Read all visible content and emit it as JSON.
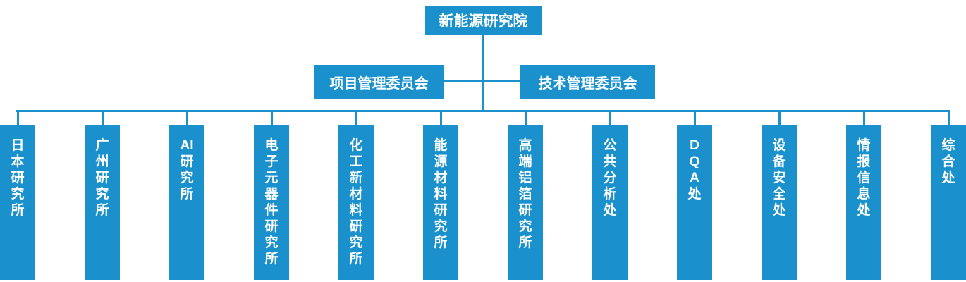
{
  "colors": {
    "primary": "#1a91cc",
    "text_on_primary": "#ffffff",
    "background": "#ffffff"
  },
  "root": {
    "label": "新能源研究院"
  },
  "committees": [
    {
      "label": "项目管理委员会"
    },
    {
      "label": "技术管理委员会"
    }
  ],
  "departments": [
    {
      "name": "日本研究所",
      "lines": [
        "日",
        "本",
        "研",
        "究",
        "所"
      ]
    },
    {
      "name": "广州研究所",
      "lines": [
        "广",
        "州",
        "研",
        "究",
        "所"
      ]
    },
    {
      "name": "AI研究所",
      "lines": [
        "AI",
        "研",
        "究",
        "所"
      ]
    },
    {
      "name": "电子元器件研究所",
      "lines": [
        "电",
        "子",
        "元",
        "器",
        "件",
        "研",
        "究",
        "所"
      ]
    },
    {
      "name": "化工新材料研究所",
      "lines": [
        "化",
        "工",
        "新",
        "材",
        "料",
        "研",
        "究",
        "所"
      ]
    },
    {
      "name": "能源材料研究所",
      "lines": [
        "能",
        "源",
        "材",
        "料",
        "研",
        "究",
        "所"
      ]
    },
    {
      "name": "高端铝箔研究所",
      "lines": [
        "高",
        "端",
        "铝",
        "箔",
        "研",
        "究",
        "所"
      ]
    },
    {
      "name": "公共分析处",
      "lines": [
        "公",
        "共",
        "分",
        "析",
        "处"
      ]
    },
    {
      "name": "DQA处",
      "lines": [
        "D",
        "Q",
        "A",
        "处"
      ]
    },
    {
      "name": "设备安全处",
      "lines": [
        "设",
        "备",
        "安",
        "全",
        "处"
      ]
    },
    {
      "name": "情报信息处",
      "lines": [
        "情",
        "报",
        "信",
        "息",
        "处"
      ]
    },
    {
      "name": "综合处",
      "lines": [
        "综",
        "合",
        "处"
      ]
    }
  ]
}
